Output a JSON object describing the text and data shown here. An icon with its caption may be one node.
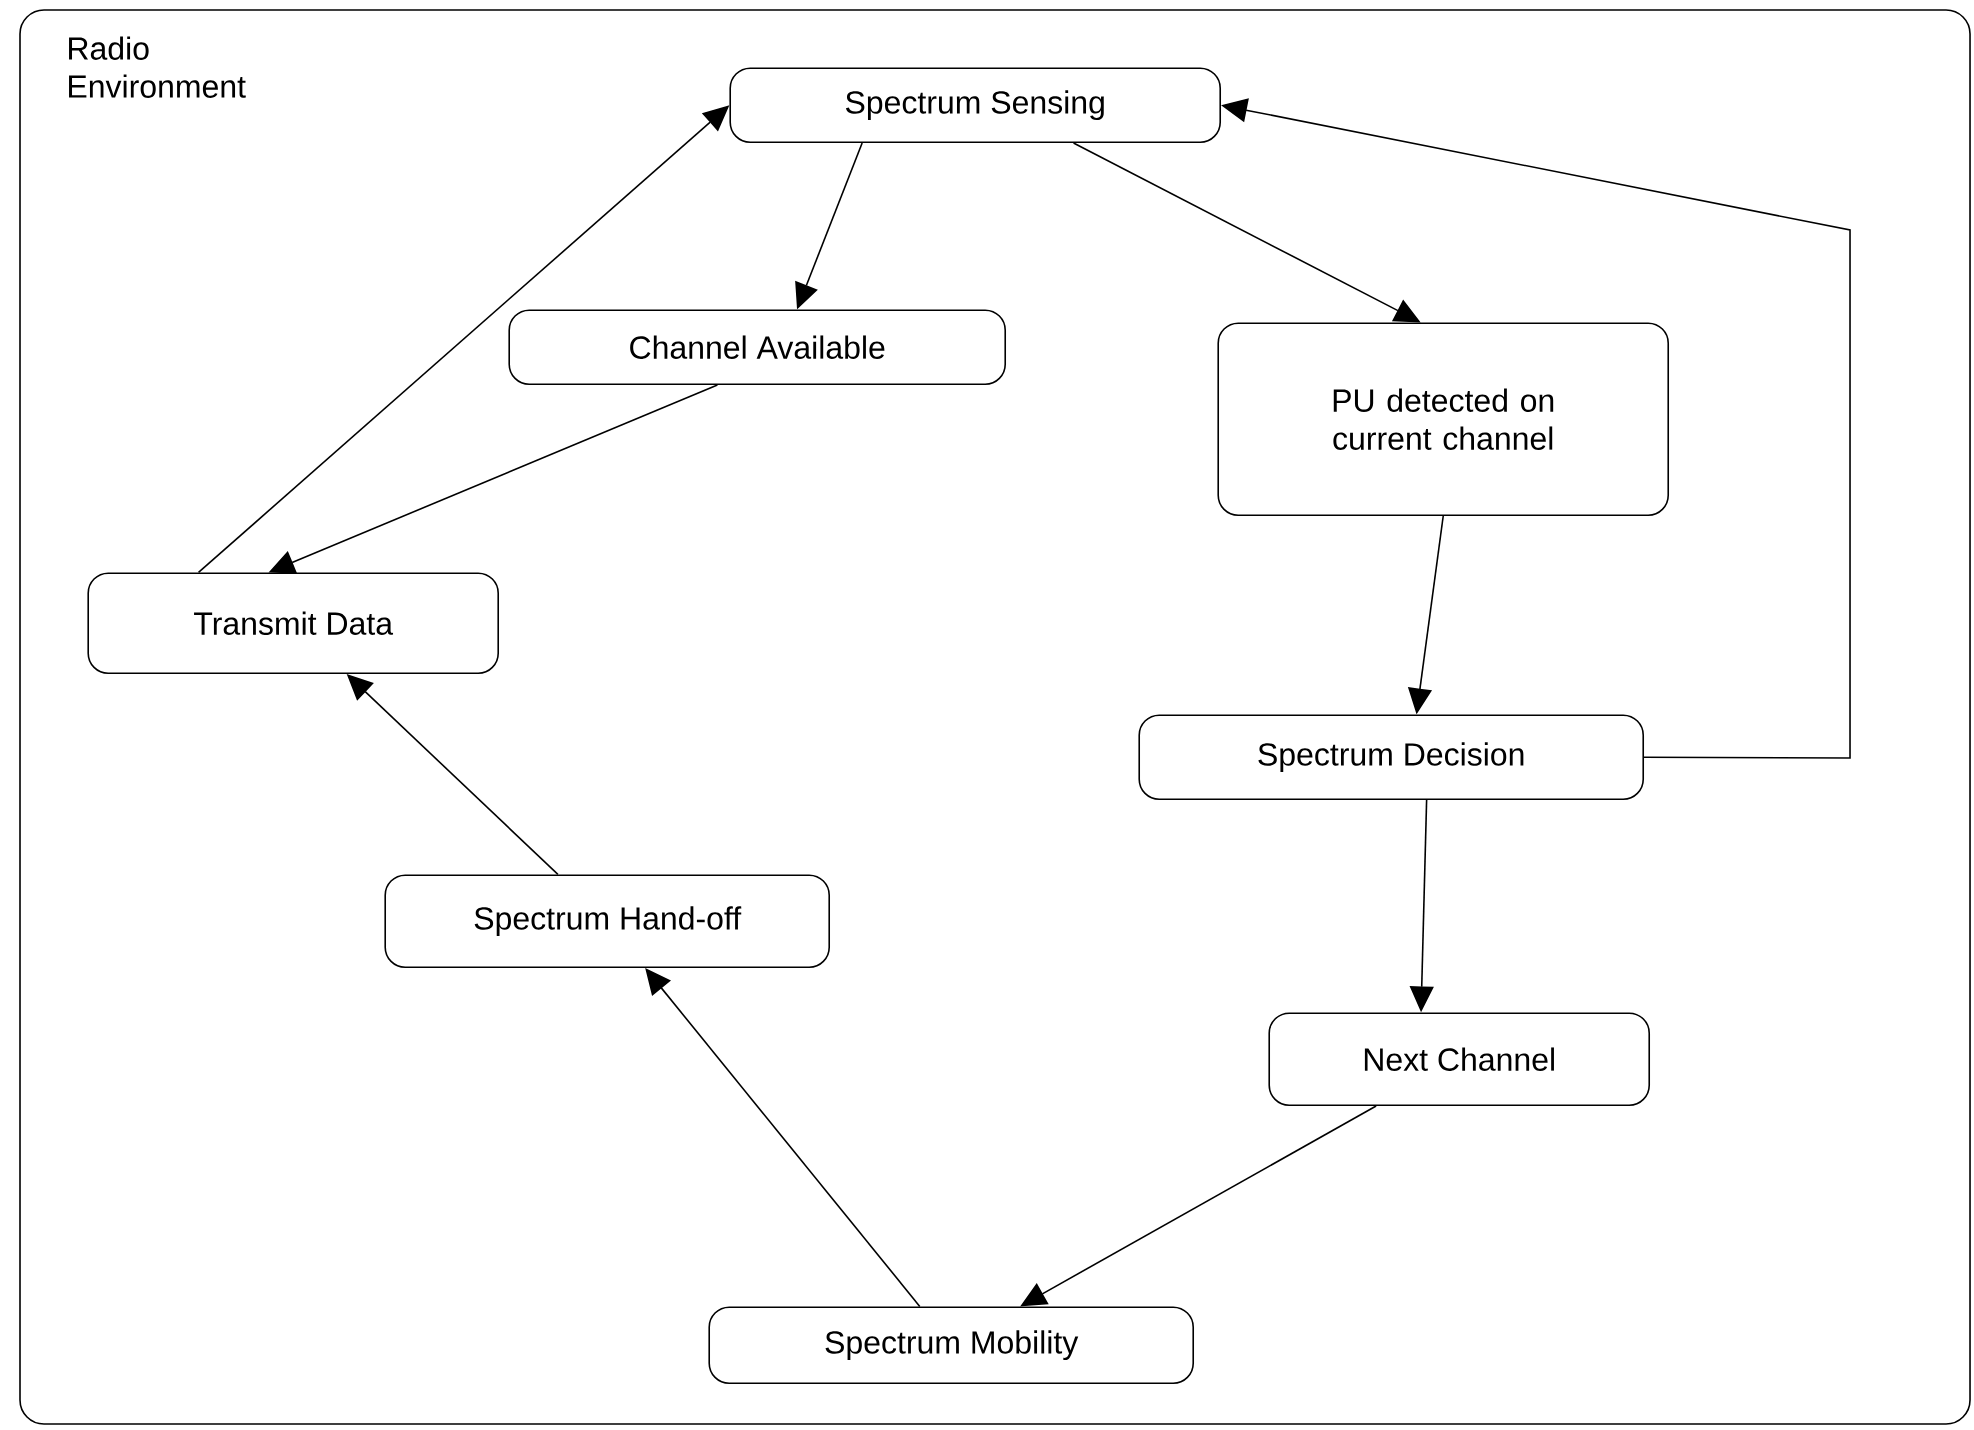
{
  "diagram": {
    "nodes": [
      {
        "text": [
          "Radio Environment"
        ]
      },
      {
        "text": [
          "Spectrum Sensing"
        ],
        "in": 0
      },
      {
        "text": [
          "Channel Available"
        ],
        "in": 0
      },
      {
        "text": [
          "PU detected on current channel"
        ],
        "in": 0
      },
      {
        "text": [
          "Transmit Data"
        ],
        "in": 0
      },
      {
        "text": [
          "Spectrum Decision"
        ],
        "in": 0
      },
      {
        "text": [
          "Spectrum Hand-off"
        ],
        "in": 0
      },
      {
        "text": [
          "Next Channel"
        ],
        "in": 0
      },
      {
        "text": [
          "Spectrum Mobility"
        ],
        "in": 0
      }
    ],
    "edges": [
      {
        "from": 1,
        "to": 2,
        "arrow": "to"
      },
      {
        "from": 1,
        "to": 3,
        "arrow": "to"
      },
      {
        "from": 2,
        "to": 4,
        "arrow": "to"
      },
      {
        "from": 4,
        "to": 1,
        "arrow": "to"
      },
      {
        "from": 3,
        "to": 5,
        "arrow": "to"
      },
      {
        "from": 5,
        "to": 1,
        "arrow": "to"
      },
      {
        "from": 5,
        "to": 7,
        "arrow": "to"
      },
      {
        "from": 7,
        "to": 8,
        "arrow": "to"
      },
      {
        "from": 8,
        "to": 6,
        "arrow": "to"
      },
      {
        "from": 6,
        "to": 4,
        "arrow": "to"
      }
    ]
  }
}
